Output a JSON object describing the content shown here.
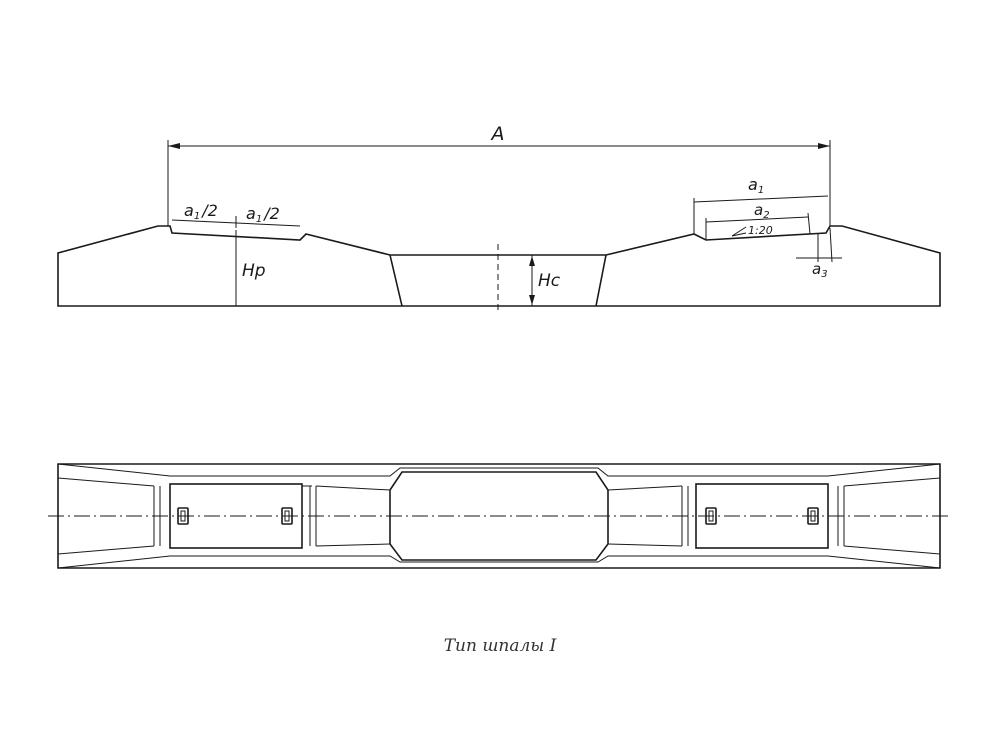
{
  "labels": {
    "dim_a": "A",
    "a1_half_left": "a",
    "a1_half_left_sub": "1",
    "a1_half_left_suffix": "/2",
    "a1_half_right": "a",
    "a1_half_right_sub": "1",
    "a1_half_right_suffix": "/2",
    "a1": "a",
    "a1_sub": "1",
    "a2": "a",
    "a2_sub": "2",
    "slope": "1:20",
    "a3": "a",
    "a3_sub": "3",
    "hp": "Hp",
    "hc": "Hc"
  },
  "caption": "Тип шпалы I"
}
